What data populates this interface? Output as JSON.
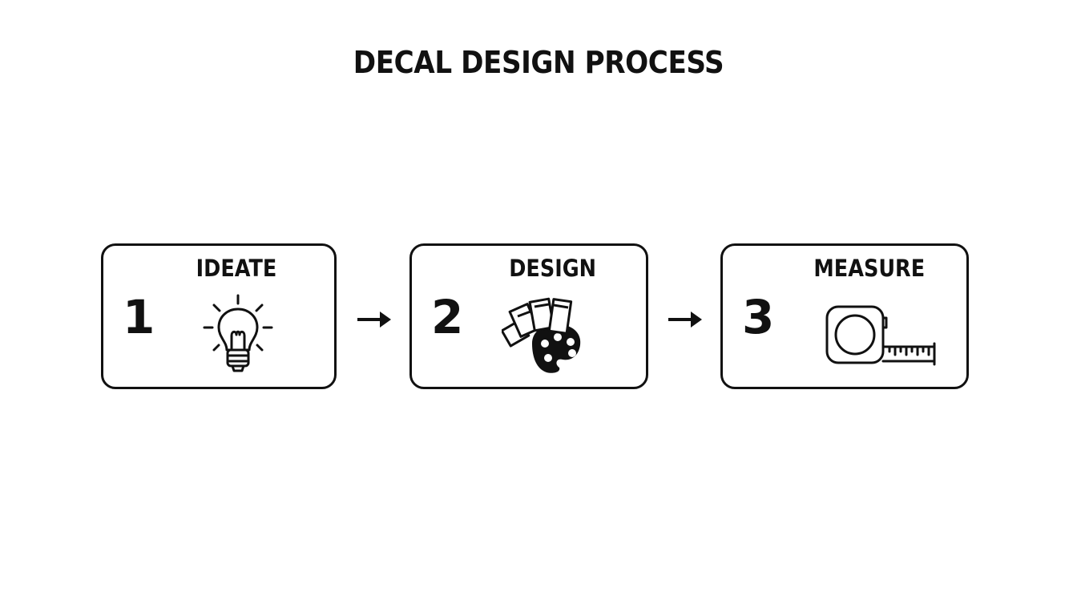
{
  "title": "DECAL DESIGN PROCESS",
  "steps": [
    {
      "number": "1",
      "label": "IDEATE",
      "icon": "lightbulb-icon"
    },
    {
      "number": "2",
      "label": "DESIGN",
      "icon": "paint-palette-icon"
    },
    {
      "number": "3",
      "label": "MEASURE",
      "icon": "tape-measure-icon"
    }
  ],
  "connectors": [
    {
      "from": "1",
      "to": "2",
      "icon": "arrow-right-icon"
    },
    {
      "from": "2",
      "to": "3",
      "icon": "arrow-right-icon"
    }
  ],
  "colors": {
    "background": "#ffffff",
    "ink": "#111111"
  }
}
